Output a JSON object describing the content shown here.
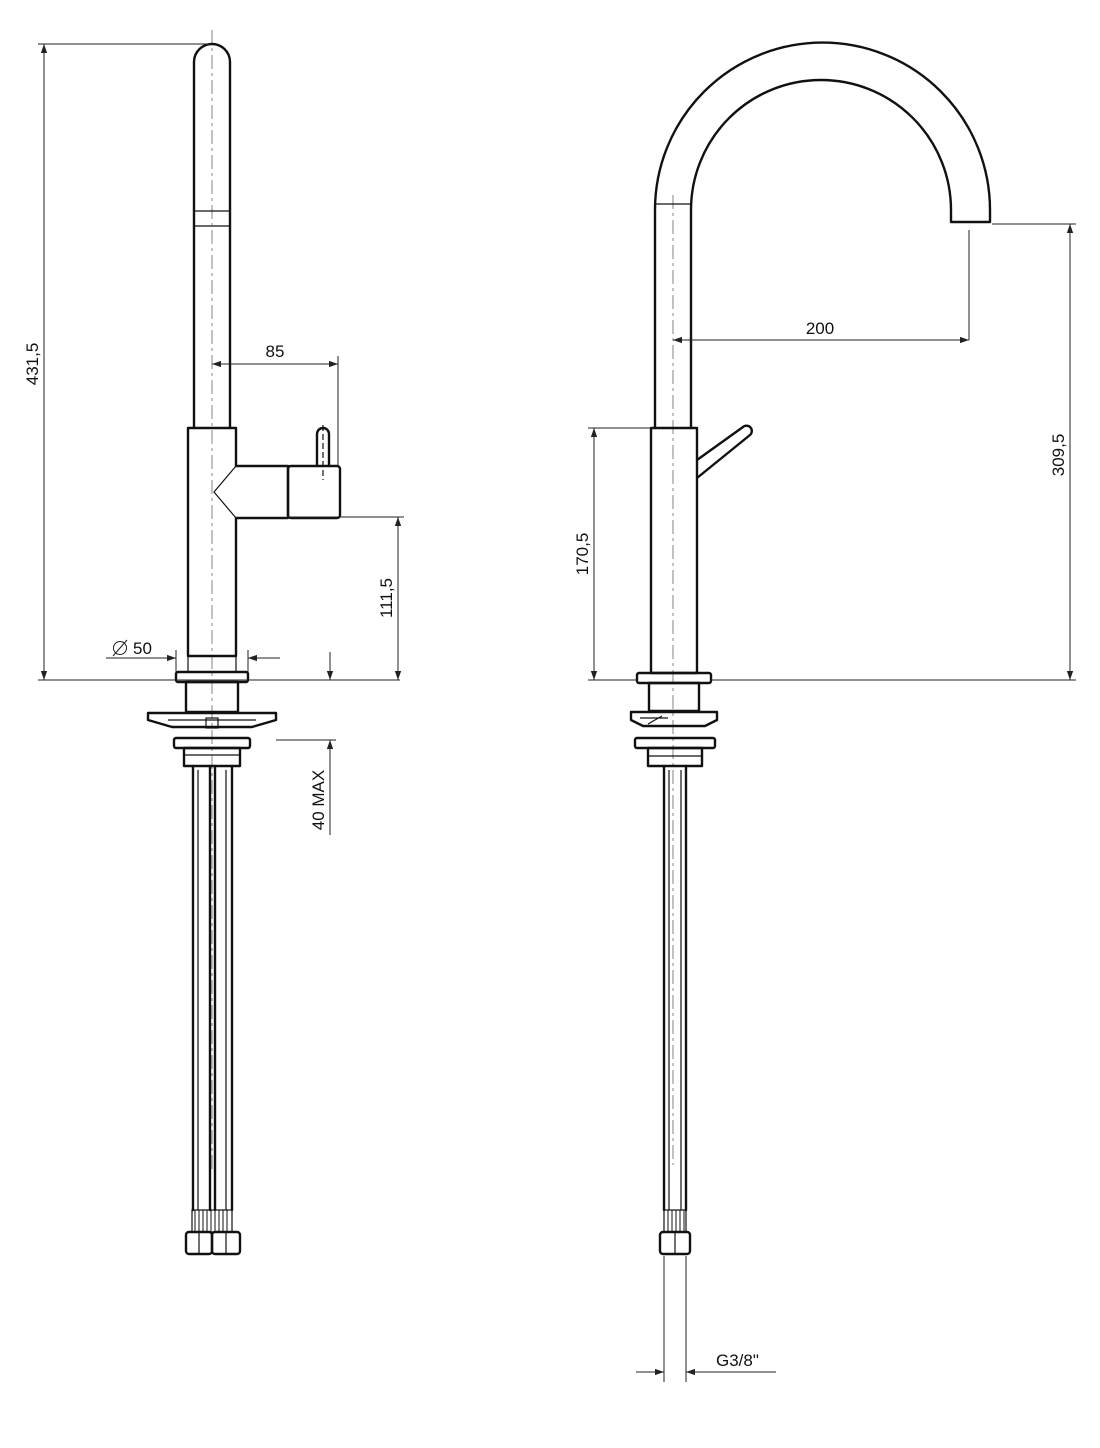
{
  "dimensions": {
    "total_height": "431,5",
    "lever_offset": "85",
    "outlet_height": "111,5",
    "body_diameter": "50",
    "deck_thickness": "40 MAX",
    "spout_reach": "200",
    "body_height": "170,5",
    "spout_height": "309,5",
    "thread": "G3/8\""
  },
  "symbols": {
    "diameter": "diameter-icon"
  }
}
